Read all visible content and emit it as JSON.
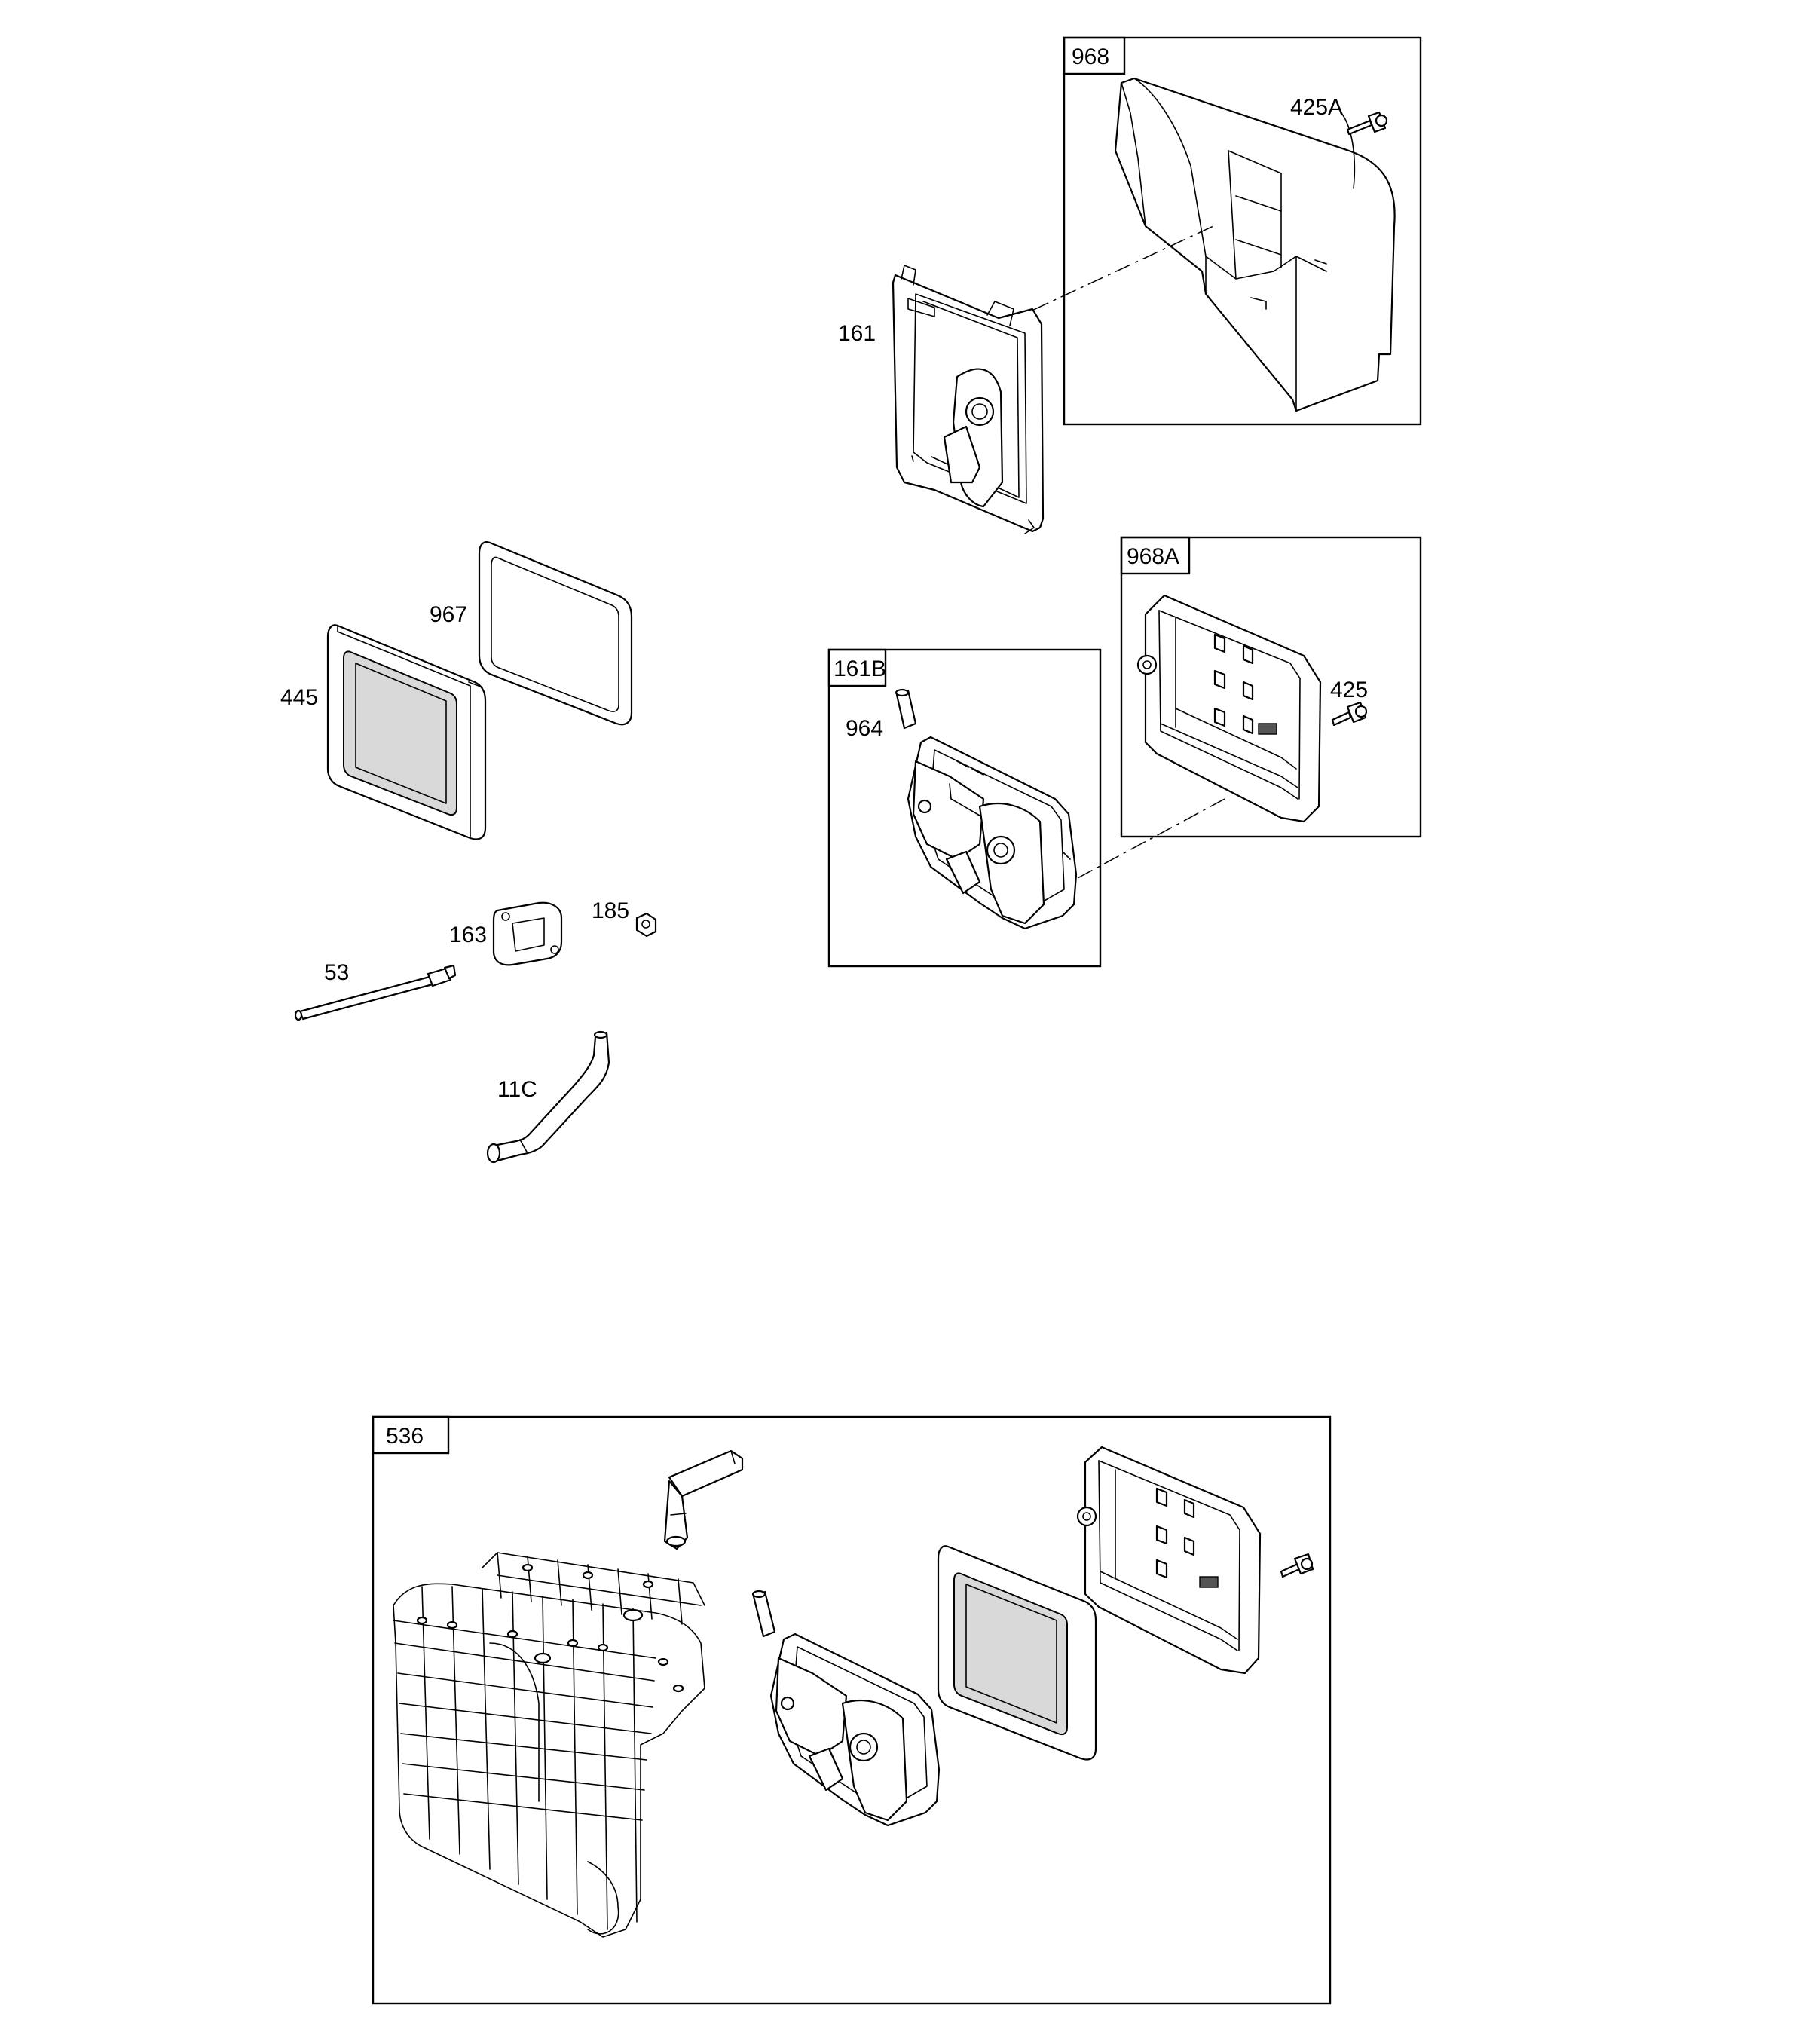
{
  "diagram": {
    "callouts": {
      "p968": "968",
      "p425A": "425A",
      "p161": "161",
      "p968A": "968A",
      "p967": "967",
      "p445": "445",
      "p425": "425",
      "p161B": "161B",
      "p964": "964",
      "p185": "185",
      "p163": "163",
      "p53": "53",
      "p11C": "11C",
      "p536": "536"
    }
  }
}
